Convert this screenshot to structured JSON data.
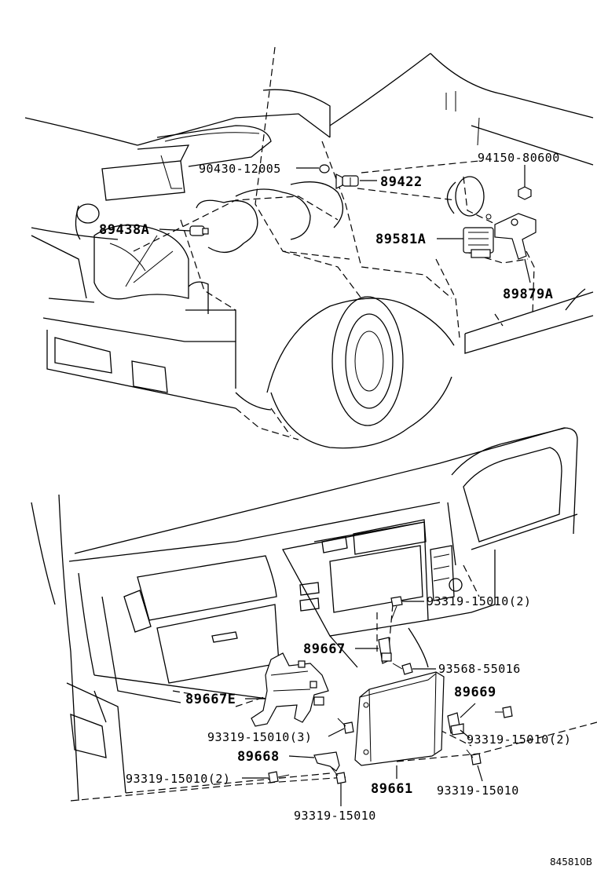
{
  "labels": {
    "p90430": "90430-12005",
    "p89422": "89422",
    "p94150": "94150-80600",
    "p89438a": "89438A",
    "p89581a": "89581A",
    "p89879a": "89879A",
    "p93319_15010_2_top": "93319-15010(2)",
    "p89667": "89667",
    "p93568": "93568-55016",
    "p89667e": "89667E",
    "p89669": "89669",
    "p93319_15010_3": "93319-15010(3)",
    "p93319_15010_2_right": "93319-15010(2)",
    "p89668": "89668",
    "p93319_15010_2_left": "93319-15010(2)",
    "p89661": "89661",
    "p93319_15010_right": "93319-15010",
    "p93319_15010_bottom": "93319-15010"
  },
  "reference_code": "845810B"
}
